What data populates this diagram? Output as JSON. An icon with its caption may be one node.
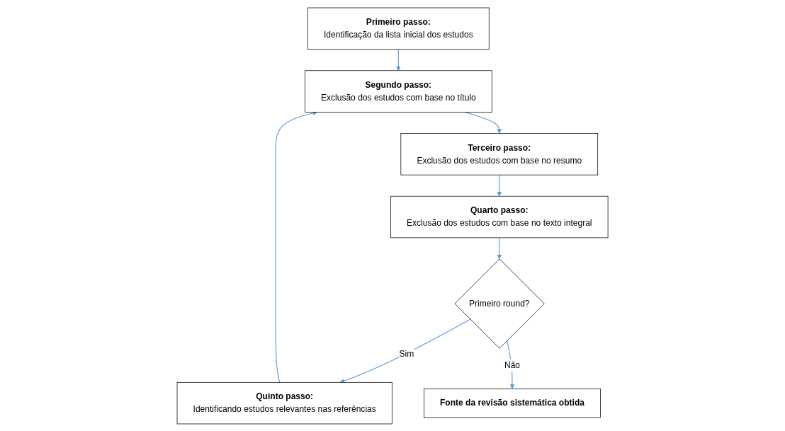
{
  "diagram": {
    "nodes": [
      {
        "text": [
          "Primeiro passo:",
          "Identificação da lista inicial dos estudos"
        ]
      },
      {
        "text": [
          "Segundo passo:",
          "Exclusão dos estudos com base no título"
        ]
      },
      {
        "text": [
          "Terceiro passo:",
          "Exclusão dos estudos com base no resumo"
        ]
      },
      {
        "text": [
          "Quarto passo:",
          "Exclusão dos estudos com base no texto integral"
        ]
      },
      {
        "text": [
          "Quinto passo:",
          "Identificando estudos relevantes nas referências"
        ]
      },
      {
        "text": [
          "Primeiro round?"
        ]
      },
      {
        "text": [
          "Fonte da revisão sistemática obtida"
        ]
      }
    ],
    "edges": [
      {
        "from": 0,
        "to": 1,
        "arrow": "to"
      },
      {
        "from": 1,
        "to": 2,
        "arrow": "to"
      },
      {
        "from": 2,
        "to": 3,
        "arrow": "to"
      },
      {
        "from": 3,
        "to": 5,
        "arrow": "to"
      },
      {
        "from": 5,
        "to": 4,
        "arrow": "to",
        "label": "Sim"
      },
      {
        "from": 4,
        "to": 1,
        "arrow": "to"
      },
      {
        "from": 5,
        "to": 6,
        "arrow": "to",
        "label": "Não"
      }
    ]
  }
}
